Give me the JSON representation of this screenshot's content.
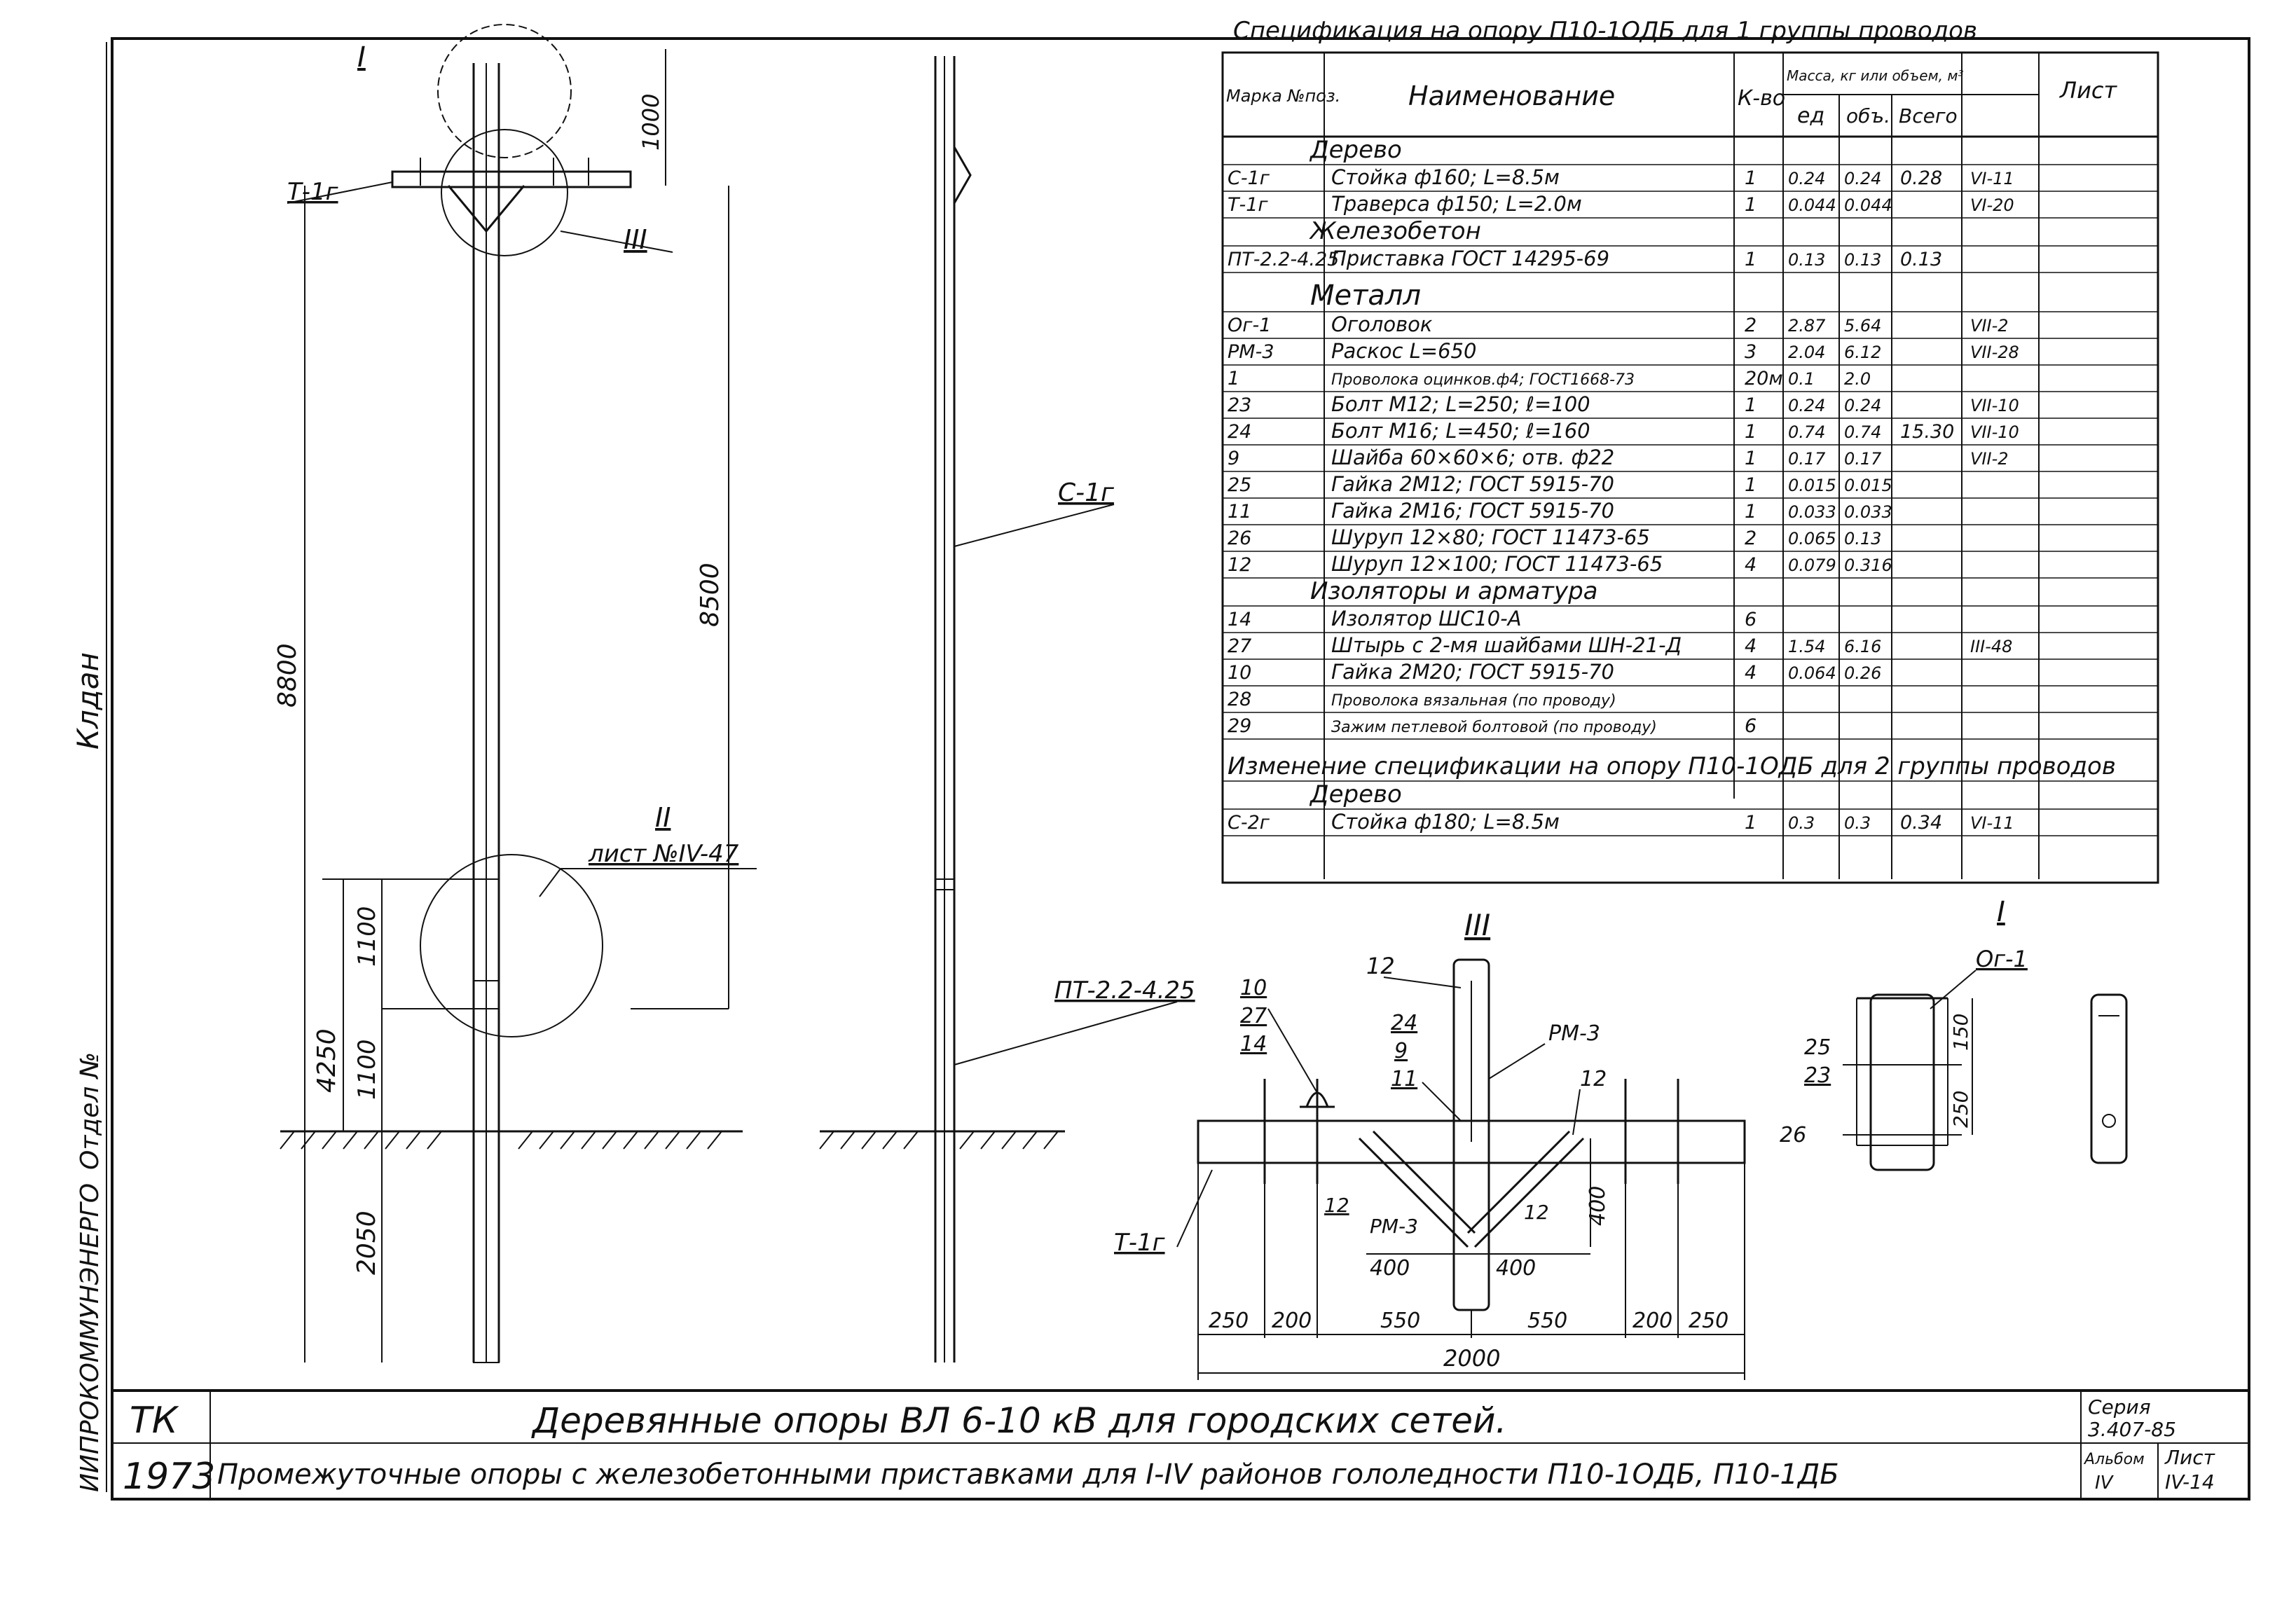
{
  "title_block": {
    "tk": "ТК",
    "year": "1973",
    "title1": "Деревянные опоры ВЛ 6-10 кВ для городских сетей.",
    "title2": "Промежуточные опоры с железобетонными приставками для I-IV районов гололедности П10-1ОДБ, П10-1ДБ",
    "series_label": "Серия",
    "series_value": "3.407-85",
    "album_label": "Альбом",
    "album_value": "IV",
    "sheet_label": "Лист",
    "sheet_value": "IV-14"
  },
  "side_stamps": {
    "stamp1": "Клдан",
    "stamp2": "Отдел №",
    "stamp3": "ИИПРОКОММУНЭНЕРГО"
  },
  "spec": {
    "title": "Спецификация на опору П10-1ОДБ для 1 группы проводов",
    "head_mark": "Марка №поз.",
    "head_name": "Наименование",
    "head_qty": "К-во",
    "head_mass": "Масса, кг или объем, м³",
    "head_unit": "ед",
    "head_vol": "объ.",
    "head_total": "Всего",
    "head_sheet": "Лист",
    "rows": [
      {
        "kind": "section",
        "text": "Дерево"
      },
      {
        "kind": "row",
        "mark": "С-1г",
        "name": "Стойка ф160; L=8.5м",
        "qty": "1",
        "unit": "0.24",
        "sum": "0.24",
        "total": "0.28",
        "sheet": "VI-11"
      },
      {
        "kind": "row",
        "mark": "Т-1г",
        "name": "Траверса ф150; L=2.0м",
        "qty": "1",
        "unit": "0.044",
        "sum": "0.044",
        "total": "",
        "sheet": "VI-20"
      },
      {
        "kind": "section",
        "text": "Железобетон"
      },
      {
        "kind": "row",
        "mark": "ПТ-2.2-4.25",
        "name": "Приставка ГОСТ 14295-69",
        "qty": "1",
        "unit": "0.13",
        "sum": "0.13",
        "total": "0.13",
        "sheet": ""
      },
      {
        "kind": "section",
        "text": "Металл"
      },
      {
        "kind": "row",
        "mark": "Ог-1",
        "name": "Оголовок",
        "qty": "2",
        "unit": "2.87",
        "sum": "5.64",
        "total": "",
        "sheet": "VII-2"
      },
      {
        "kind": "row",
        "mark": "РМ-3",
        "name": "Раскос L=650",
        "qty": "3",
        "unit": "2.04",
        "sum": "6.12",
        "total": "",
        "sheet": "VII-28"
      },
      {
        "kind": "row",
        "mark": "1",
        "name": "Проволока оцинков.ф4; ГОСТ1668-73",
        "qty": "20м",
        "unit": "0.1",
        "sum": "2.0",
        "total": "",
        "sheet": ""
      },
      {
        "kind": "row",
        "mark": "23",
        "name": "Болт М12; L=250; ℓ=100",
        "qty": "1",
        "unit": "0.24",
        "sum": "0.24",
        "total": "",
        "sheet": "VII-10"
      },
      {
        "kind": "row",
        "mark": "24",
        "name": "Болт М16; L=450; ℓ=160",
        "qty": "1",
        "unit": "0.74",
        "sum": "0.74",
        "total": "15.30",
        "sheet": "VII-10"
      },
      {
        "kind": "row",
        "mark": "9",
        "name": "Шайба 60×60×6; отв. ф22",
        "qty": "1",
        "unit": "0.17",
        "sum": "0.17",
        "total": "",
        "sheet": "VII-2"
      },
      {
        "kind": "row",
        "mark": "25",
        "name": "Гайка 2М12; ГОСТ 5915-70",
        "qty": "1",
        "unit": "0.015",
        "sum": "0.015",
        "total": "",
        "sheet": ""
      },
      {
        "kind": "row",
        "mark": "11",
        "name": "Гайка 2М16; ГОСТ 5915-70",
        "qty": "1",
        "unit": "0.033",
        "sum": "0.033",
        "total": "",
        "sheet": ""
      },
      {
        "kind": "row",
        "mark": "26",
        "name": "Шуруп 12×80; ГОСТ 11473-65",
        "qty": "2",
        "unit": "0.065",
        "sum": "0.13",
        "total": "",
        "sheet": ""
      },
      {
        "kind": "row",
        "mark": "12",
        "name": "Шуруп 12×100; ГОСТ 11473-65",
        "qty": "4",
        "unit": "0.079",
        "sum": "0.316",
        "total": "",
        "sheet": ""
      },
      {
        "kind": "section",
        "text": "Изоляторы и арматура"
      },
      {
        "kind": "row",
        "mark": "14",
        "name": "Изолятор ШС10-А",
        "qty": "6",
        "unit": "",
        "sum": "",
        "total": "",
        "sheet": ""
      },
      {
        "kind": "row",
        "mark": "27",
        "name": "Штырь с 2-мя шайбами ШН-21-Д",
        "qty": "4",
        "unit": "1.54",
        "sum": "6.16",
        "total": "",
        "sheet": "III-48"
      },
      {
        "kind": "row",
        "mark": "10",
        "name": "Гайка 2М20; ГОСТ 5915-70",
        "qty": "4",
        "unit": "0.064",
        "sum": "0.26",
        "total": "",
        "sheet": ""
      },
      {
        "kind": "row",
        "mark": "28",
        "name": "Проволока вязальная (по проводу)",
        "qty": "",
        "unit": "",
        "sum": "",
        "total": "",
        "sheet": ""
      },
      {
        "kind": "row",
        "mark": "29",
        "name": "Зажим петлевой болтовой (по проводу)",
        "qty": "6",
        "unit": "",
        "sum": "",
        "total": "",
        "sheet": ""
      },
      {
        "kind": "wide",
        "text": "Изменение спецификации на опору П10-1ОДБ для 2 группы проводов"
      },
      {
        "kind": "section",
        "text": "Дерево"
      },
      {
        "kind": "row",
        "mark": "С-2г",
        "name": "Стойка ф180; L=8.5м",
        "qty": "1",
        "unit": "0.3",
        "sum": "0.3",
        "total": "0.34",
        "sheet": "VI-11"
      }
    ]
  },
  "front_view": {
    "label_I": "I",
    "label_III": "III",
    "label_II": "II",
    "sheet_ref": "лист №IV-47",
    "t1g": "Т-1г",
    "dim_1000": "1000",
    "dim_8800": "8800",
    "dim_8500": "8500",
    "dim_4250": "4250",
    "dim_1100a": "1100",
    "dim_1100b": "1100",
    "dim_2050": "2050"
  },
  "side_view": {
    "c1g": "С-1г",
    "pt": "ПТ-2.2-4.25"
  },
  "detail_III": {
    "label": "III",
    "p12a": "12",
    "p10": "10",
    "p27": "27",
    "p14": "14",
    "p24": "24",
    "p9": "9",
    "p11": "11",
    "rm3a": "РМ-3",
    "rm3b": "РМ-3",
    "p12b": "12",
    "p12c": "12",
    "p12d": "12",
    "t1g": "Т-1г",
    "d400v": "400",
    "d400l": "400",
    "d400r": "400",
    "d250l": "250",
    "d200l": "200",
    "d550l": "550",
    "d550r": "550",
    "d200r": "200",
    "d250r": "250",
    "d2000": "2000"
  },
  "detail_I": {
    "label": "I",
    "og1": "Ог-1",
    "p25": "25",
    "p23": "23",
    "p26": "26",
    "d150": "150",
    "d250": "250"
  }
}
